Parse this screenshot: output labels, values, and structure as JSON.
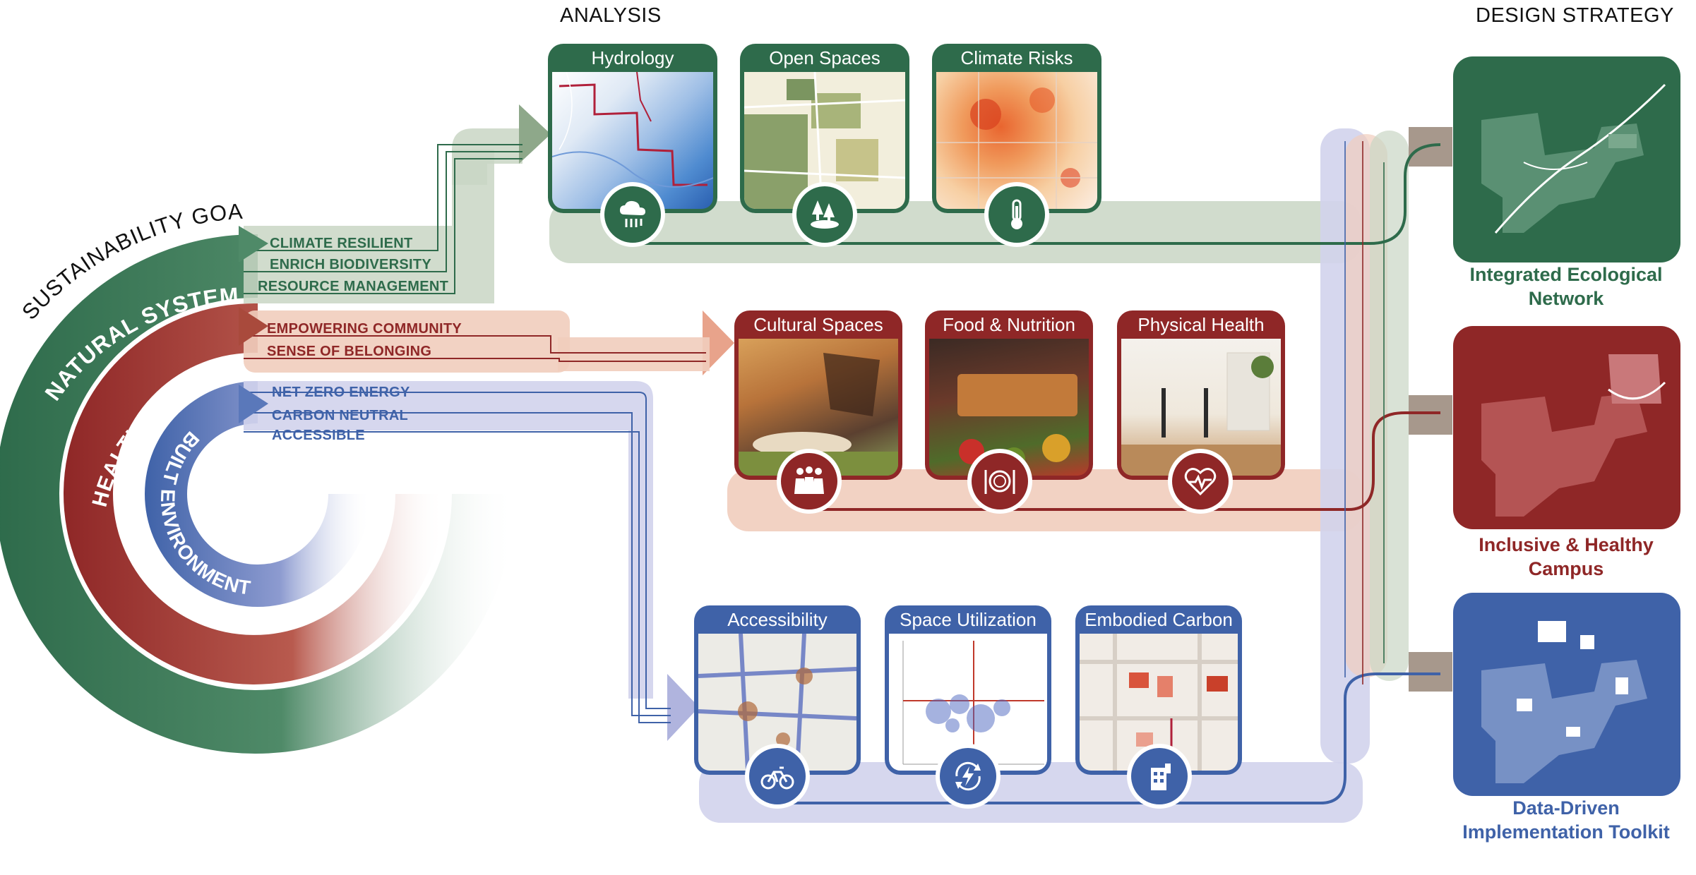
{
  "headers": {
    "analysis": "ANALYSIS",
    "design_strategy": "DESIGN STRATEGY",
    "sustainability_goals": "SUSTAINABILITY GOALS"
  },
  "rings": {
    "natural": "NATURAL SYSTEMS",
    "health": "HEALTH & WELLNESS",
    "built": "BUILT ENVIRONMENT"
  },
  "goals": {
    "natural": [
      "CLIMATE RESILIENT",
      "ENRICH BIODIVERSITY",
      "RESOURCE MANAGEMENT"
    ],
    "health": [
      "EMPOWERING COMMUNITY",
      "SENSE OF BELONGING"
    ],
    "built": [
      "NET ZERO ENERGY",
      "CARBON NEUTRAL",
      "ACCESSIBLE"
    ]
  },
  "analysis": {
    "natural": [
      {
        "title": "Hydrology",
        "icon": "cloud-rain-icon"
      },
      {
        "title": "Open Spaces",
        "icon": "trees-icon"
      },
      {
        "title": "Climate Risks",
        "icon": "thermometer-icon"
      }
    ],
    "health": [
      {
        "title": "Cultural Spaces",
        "icon": "people-icon"
      },
      {
        "title": "Food & Nutrition",
        "icon": "plate-icon"
      },
      {
        "title": "Physical Health",
        "icon": "heart-pulse-icon"
      }
    ],
    "built": [
      {
        "title": "Accessibility",
        "icon": "bicycle-icon"
      },
      {
        "title": "Space Utilization",
        "icon": "energy-cycle-icon"
      },
      {
        "title": "Embodied Carbon",
        "icon": "building-icon"
      }
    ]
  },
  "strategies": {
    "natural": "Integrated Ecological Network",
    "health": "Inclusive & Healthy Campus",
    "built": "Data-Driven Implementation Toolkit"
  },
  "colors": {
    "green": "#2e6b4b",
    "red": "#8f2727",
    "blue": "#3f62a8",
    "green_soft": "#c9d6c4",
    "red_soft": "#f1cdbd",
    "blue_soft": "#d2d3ec"
  }
}
